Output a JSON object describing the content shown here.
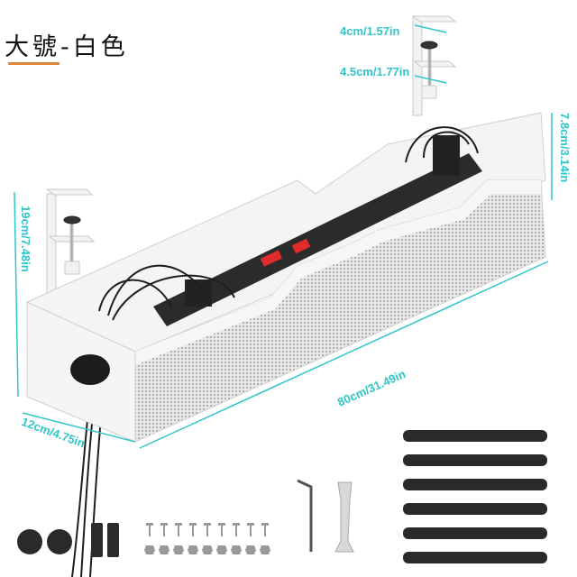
{
  "title": "大號-白色",
  "colors": {
    "accent_underline": "#e0883a",
    "dimension": "#2fc6c9",
    "strap": "#2a2a2a"
  },
  "dimensions": {
    "clamp_top": "4cm/1.57in",
    "clamp_bottom": "4.5cm/1.77in",
    "height_right": "7.8cm/3.14in",
    "height_left": "19cm/7.48in",
    "length": "80cm/31.49in",
    "width": "12cm/4.75in"
  },
  "accessories": [
    "adhesive-pads",
    "hook-and-loop-pads",
    "screws-and-nuts",
    "hex-key",
    "wrench",
    "cable-ties"
  ]
}
